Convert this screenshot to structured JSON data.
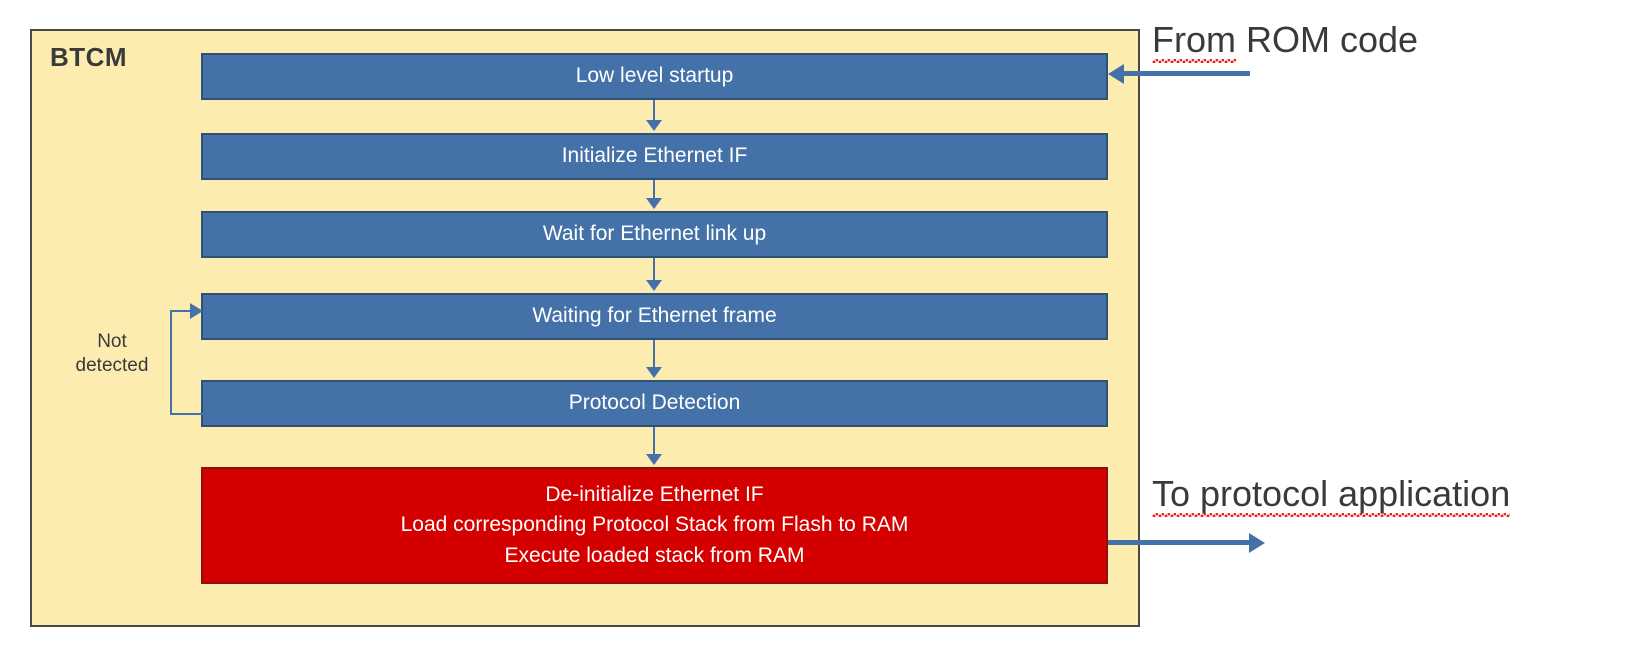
{
  "diagram": {
    "container": {
      "label": "BTCM",
      "fill_color": "#fdecb0",
      "border_color": "#4a4a42"
    },
    "process_colors": {
      "blue_fill": "#4472a8",
      "blue_border": "#2e5275",
      "red_fill": "#d40000",
      "red_border": "#8c1010",
      "connector": "#4472a8",
      "text_light": "#ffffff",
      "text_dark": "#3a3a3a",
      "spellcheck_underline": "#e8201a"
    },
    "steps": [
      {
        "id": "low-level-startup",
        "label": "Low level startup",
        "style": "blue"
      },
      {
        "id": "initialize-ethernet-if",
        "label": "Initialize Ethernet IF",
        "style": "blue"
      },
      {
        "id": "wait-for-ethernet-link-up",
        "label": "Wait for Ethernet link up",
        "style": "blue"
      },
      {
        "id": "waiting-for-ethernet-frame",
        "label": "Waiting for Ethernet frame",
        "style": "blue"
      },
      {
        "id": "protocol-detection",
        "label": "Protocol Detection",
        "style": "blue"
      }
    ],
    "final_step": {
      "id": "load-and-execute-protocol-stack",
      "style": "red",
      "lines": [
        "De-initialize Ethernet IF",
        "Load corresponding Protocol Stack from Flash to RAM",
        "Execute loaded stack from RAM"
      ]
    },
    "feedback_loop": {
      "label_lines": [
        "Not",
        "detected"
      ],
      "from": "protocol-detection",
      "to": "waiting-for-ethernet-frame"
    },
    "external": {
      "input": {
        "caption": "From ROM code",
        "misspelled_words": [
          "From"
        ],
        "direction": "left",
        "target": "low-level-startup"
      },
      "output": {
        "caption": "To protocol application",
        "misspelled_words": [
          "To",
          "protocol",
          "application"
        ],
        "direction": "right",
        "source": "load-and-execute-protocol-stack"
      }
    }
  }
}
